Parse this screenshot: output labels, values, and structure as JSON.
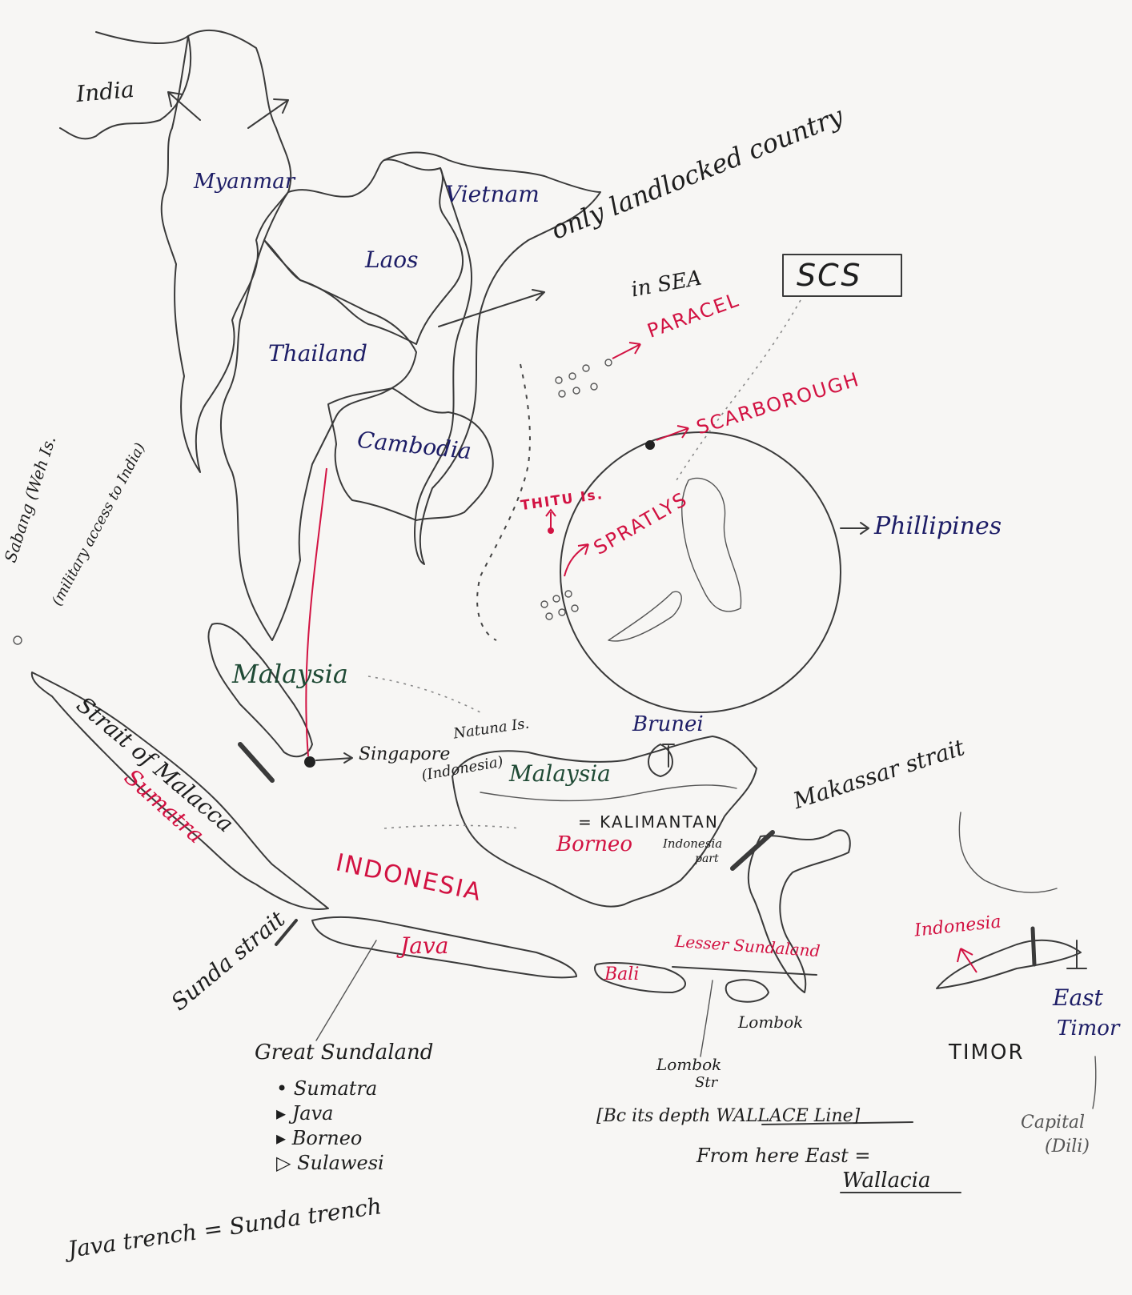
{
  "countries": {
    "india": "India",
    "myanmar": "Myanmar",
    "vietnam": "Vietnam",
    "laos": "Laos",
    "thailand": "Thailand",
    "cambodia": "Cambodia",
    "malaysia_west": "Malaysia",
    "malaysia_east": "Malaysia",
    "singapore": "Singapore",
    "brunei": "Brunei",
    "phillipines": "Phillipines",
    "indonesia": "INDONESIA",
    "indonesia_timor": "Indonesia",
    "east_timor": [
      "East",
      "Timor"
    ],
    "timor": "TIMOR"
  },
  "notes": {
    "landlocked": [
      "only landlocked country",
      "in SEA"
    ],
    "scs": "SCS",
    "paracel": "PARACEL",
    "scarborough": "SCARBOROUGH",
    "spratlys": "SPRATLYS",
    "thitu": "THITU Is.",
    "sabang": [
      "Sabang (Weh Is.",
      "(military access to India)"
    ],
    "strait_malacca": "Strait of Malacca",
    "natuna": [
      "Natuna Is.",
      "(Indonesia)"
    ],
    "kalimantan": "= KALIMANTAN",
    "indonesia_part": [
      "Indonesia",
      "part"
    ],
    "borneo": "Borneo",
    "makassar": "Makassar strait",
    "sumatra": "Sumatra",
    "sunda_strait": "Sunda strait",
    "java": "Java",
    "bali": "Bali",
    "lesser_sundaland": "Lesser Sundaland",
    "lombok": "Lombok",
    "lombok_str": [
      "Lombok",
      "Str"
    ],
    "wallace_line": "[Bc its depth WALLACE Line]",
    "from_here_east": "From here East =",
    "wallacia": "Wallacia",
    "capital": [
      "Capital",
      "(Dili)"
    ],
    "java_trench": "Java trench = Sunda trench"
  },
  "great_sundaland": {
    "title": "Great Sundaland",
    "items": [
      "Sumatra",
      "Java",
      "Borneo",
      "Sulawesi"
    ]
  },
  "colors": {
    "navy": "#1d1d66",
    "red": "#d21242",
    "ink": "#1e1e1e",
    "green": "#1f4a35"
  }
}
